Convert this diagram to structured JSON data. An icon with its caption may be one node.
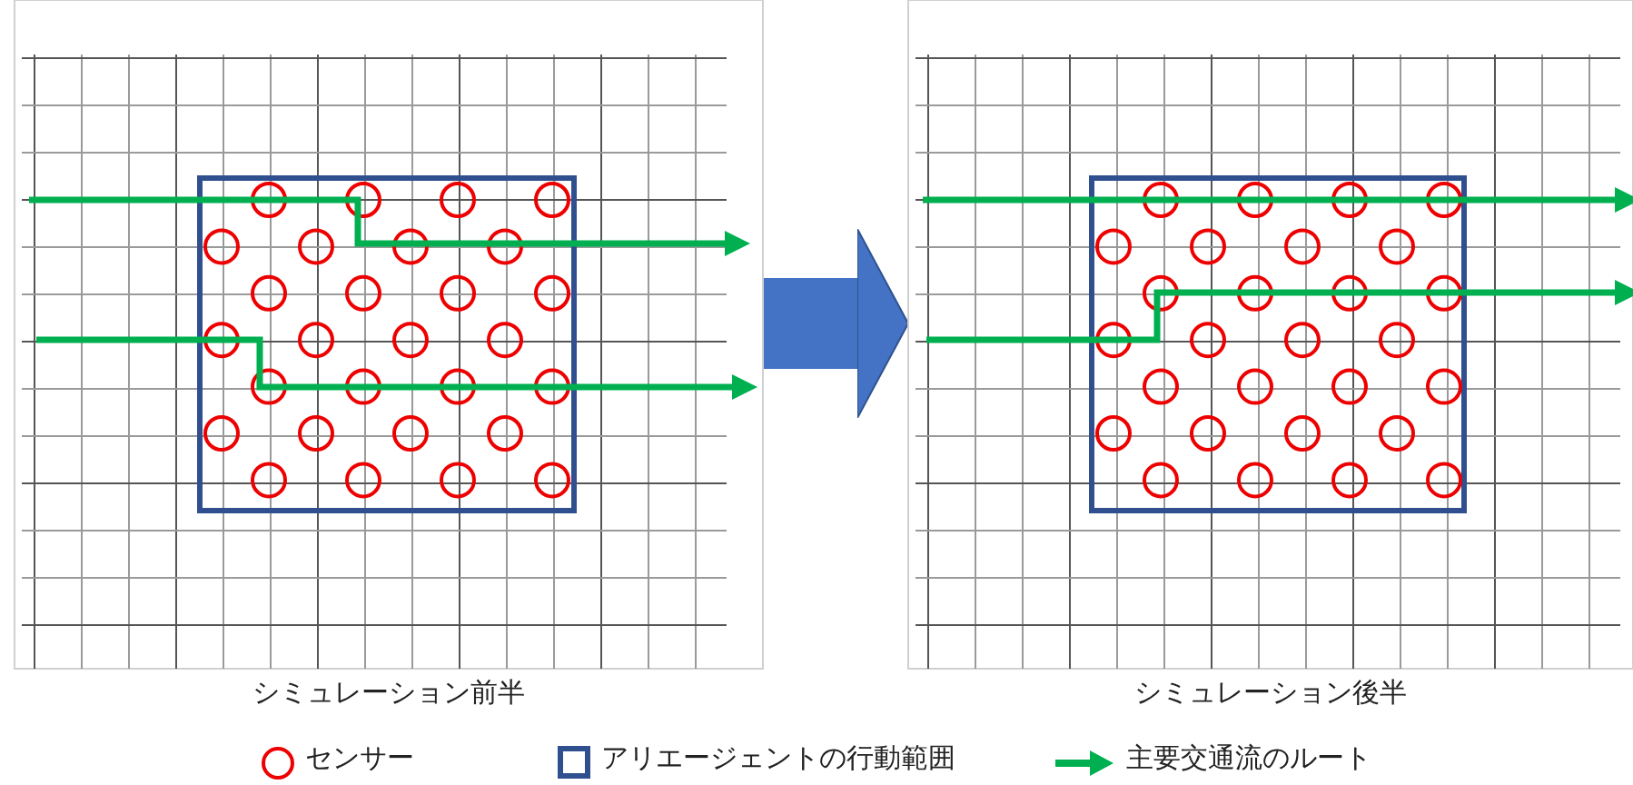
{
  "diagram": {
    "nodes": [
      {
        "text": [
          "シミュレーション前半"
        ]
      },
      {
        "text": [
          "シミュレーション後半"
        ]
      }
    ],
    "edges": [
      {
        "from": 0,
        "to": 1,
        "arrow": "to"
      }
    ],
    "legend": [
      {
        "text": "センサー"
      },
      {
        "text": "アリエージェントの行動範囲"
      },
      {
        "text": "主要交通流のルート"
      }
    ]
  }
}
